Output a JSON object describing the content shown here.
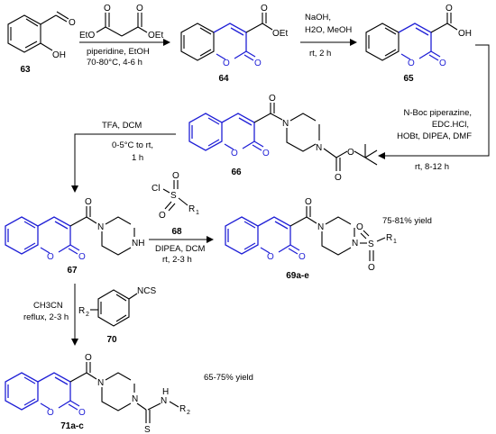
{
  "compounds": {
    "c63": "63",
    "c64": "64",
    "c65": "65",
    "c66": "66",
    "c67": "67",
    "c68": "68",
    "c69": "69a-e",
    "c70": "70",
    "c71": "71a-c"
  },
  "atoms": {
    "O": "O",
    "OH": "OH",
    "OEt": "OEt",
    "EtO": "EtO",
    "N": "N",
    "NH": "NH",
    "S": "S",
    "Cl": "Cl",
    "R": "R",
    "one": "1",
    "two": "2",
    "NCS": "NCS",
    "H": "H"
  },
  "conditions": {
    "step1": [
      "piperidine, EtOH",
      "70-80°C, 4-6 h"
    ],
    "step2": [
      "NaOH,",
      "H2O, MeOH",
      "rt, 2 h"
    ],
    "step3": [
      "N-Boc piperazine,",
      "EDC.HCl,",
      "HOBt, DIPEA, DMF",
      "rt, 8-12 h"
    ],
    "step4": [
      "TFA, DCM",
      "0-5°C to rt,",
      "1 h"
    ],
    "step5": [
      "DIPEA, DCM",
      "rt, 2-3 h"
    ],
    "step6": [
      "CH3CN",
      "reflux, 2-3 h"
    ]
  },
  "yields": {
    "y69": "75-81% yield",
    "y71": "65-75% yield"
  }
}
